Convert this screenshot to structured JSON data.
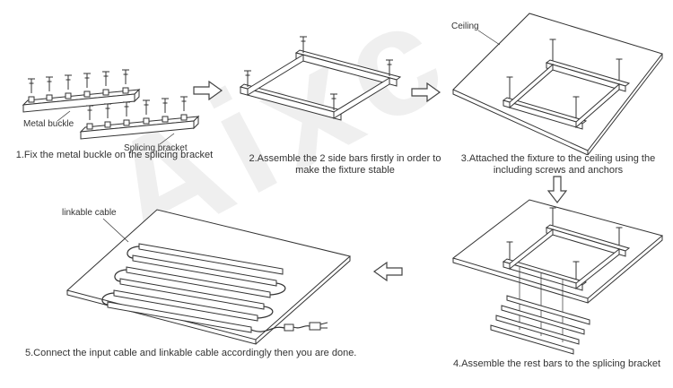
{
  "watermark": "Aixc",
  "steps": [
    {
      "caption": "1.Fix the metal buckle on the splicing bracket"
    },
    {
      "caption": "2.Assemble the 2 side bars firstly in order to make the fixture stable"
    },
    {
      "caption": "3.Attached the fixture to the ceiling using the including screws and anchors"
    },
    {
      "caption": "4.Assemble the rest bars to the splicing bracket"
    },
    {
      "caption": "5.Connect the input cable and linkable cable accordingly then you are done."
    }
  ],
  "labels": {
    "metal_buckle": "Metal buckle",
    "splicing_bracket": "Splicing bracket",
    "ceiling": "Ceiling",
    "linkable_cable": "linkable cable"
  },
  "colors": {
    "line": "#333333",
    "text": "#333333",
    "watermark": "#efefef",
    "background": "#ffffff"
  }
}
